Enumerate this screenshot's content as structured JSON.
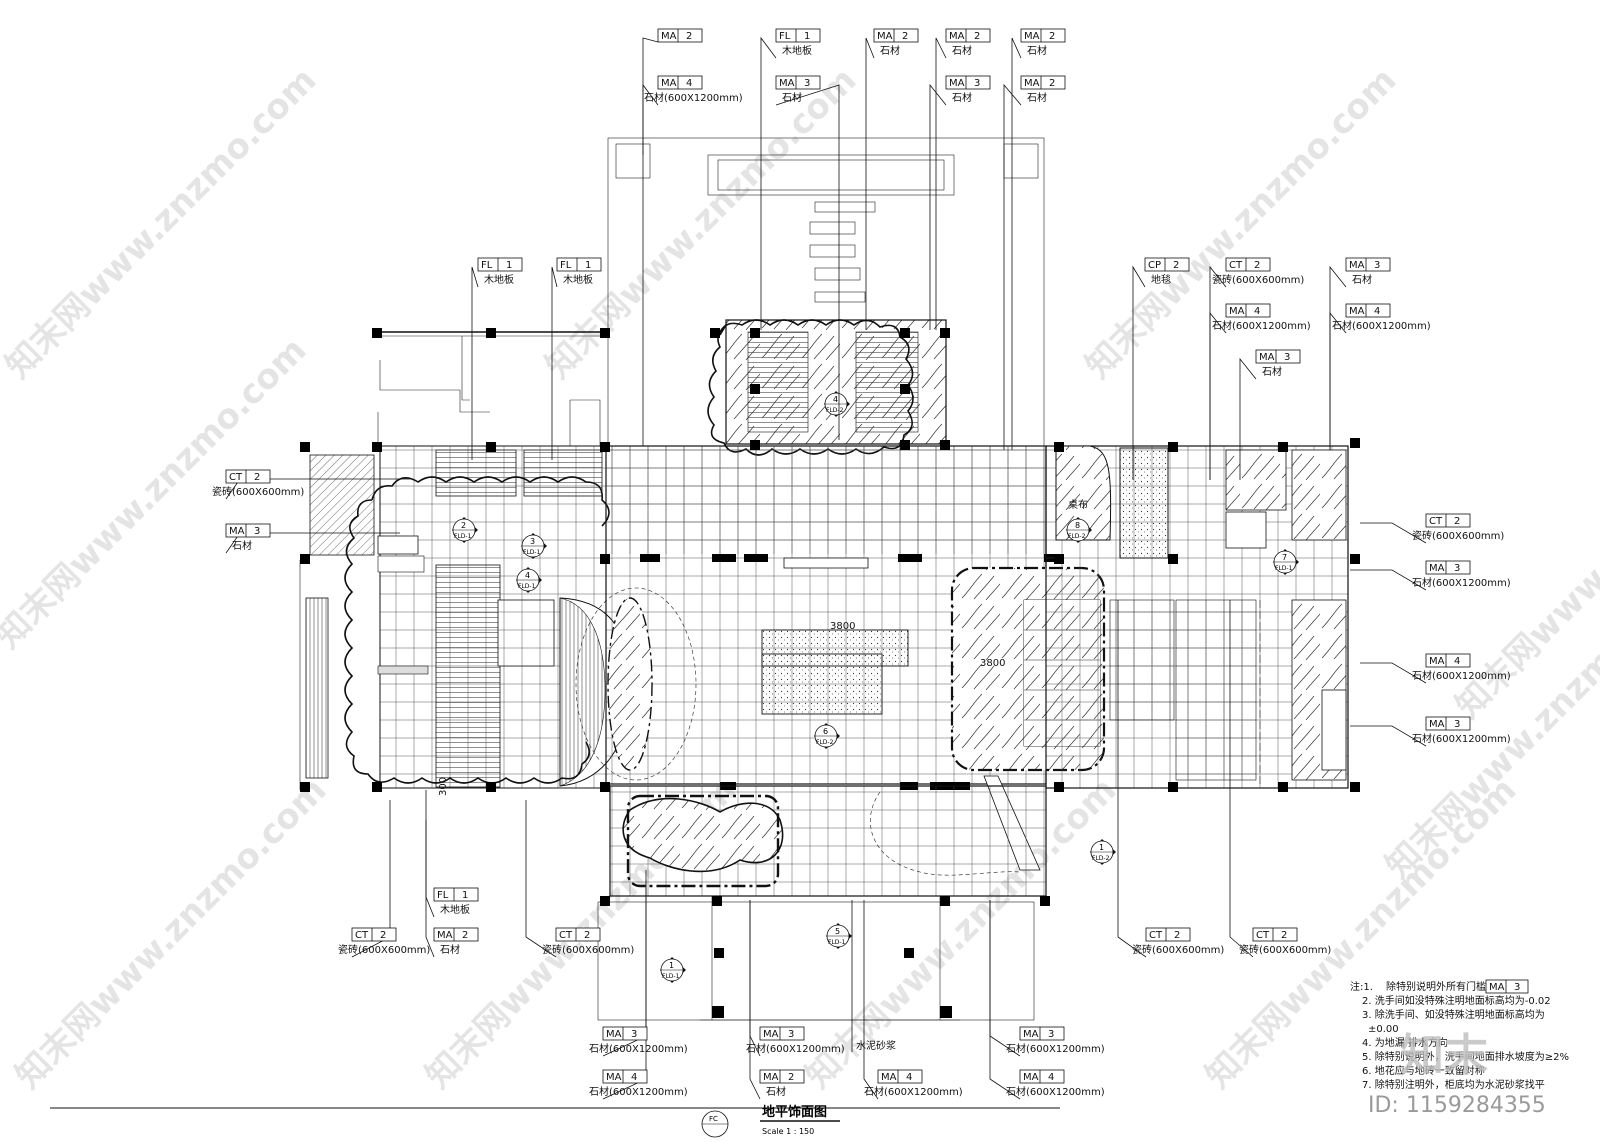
{
  "drawing": {
    "title": "地平饰面图",
    "scale": "Scale 1 : 150",
    "sheet_ref": "FC",
    "id_text": "ID: 1159284355",
    "watermark": "知末网www.znzmo.com",
    "brand": "知末"
  },
  "dims": {
    "d300": "300",
    "d3800a": "3800",
    "d3800b": "3800",
    "cloth": "桌布"
  },
  "section_marks": [
    {
      "num": "1",
      "ref": "FLD-1"
    },
    {
      "num": "1",
      "ref": "FLD-2"
    },
    {
      "num": "2",
      "ref": "FLD-1"
    },
    {
      "num": "3",
      "ref": "FLD-1"
    },
    {
      "num": "4",
      "ref": "FLD-1"
    },
    {
      "num": "4",
      "ref": "FLD-2"
    },
    {
      "num": "5",
      "ref": "FLD-1"
    },
    {
      "num": "6",
      "ref": "FLD-2"
    },
    {
      "num": "7",
      "ref": "FLD-1"
    },
    {
      "num": "8",
      "ref": "FLD-2"
    }
  ],
  "tags": [
    {
      "code": "MA",
      "num": "2",
      "desc": ""
    },
    {
      "code": "MA",
      "num": "4",
      "desc": "石材(600X1200mm)"
    },
    {
      "code": "FL",
      "num": "1",
      "desc": "木地板"
    },
    {
      "code": "MA",
      "num": "3",
      "desc": "石材"
    },
    {
      "code": "MA",
      "num": "2",
      "desc": "石材"
    },
    {
      "code": "MA",
      "num": "2",
      "desc": "石材"
    },
    {
      "code": "MA",
      "num": "2",
      "desc": "石材"
    },
    {
      "code": "MA",
      "num": "3",
      "desc": "石材"
    },
    {
      "code": "MA",
      "num": "2",
      "desc": "石材"
    },
    {
      "code": "MA",
      "num": "4",
      "desc": "石材(600X1200mm)"
    },
    {
      "code": "FL",
      "num": "1",
      "desc": "木地板"
    },
    {
      "code": "FL",
      "num": "1",
      "desc": "木地板"
    },
    {
      "code": "CP",
      "num": "2",
      "desc": "地毯"
    },
    {
      "code": "CT",
      "num": "2",
      "desc": "瓷砖(600X600mm)"
    },
    {
      "code": "MA",
      "num": "4",
      "desc": "石材(600X1200mm)"
    },
    {
      "code": "MA",
      "num": "3",
      "desc": "石材"
    },
    {
      "code": "MA",
      "num": "3",
      "desc": "石材"
    },
    {
      "code": "MA",
      "num": "4",
      "desc": "石材(600X1200mm)"
    },
    {
      "code": "CT",
      "num": "2",
      "desc": "瓷砖(600X600mm)"
    },
    {
      "code": "MA",
      "num": "3",
      "desc": "石材"
    },
    {
      "code": "CT",
      "num": "2",
      "desc": "瓷砖(600X600mm)"
    },
    {
      "code": "MA",
      "num": "3",
      "desc": "石材(600X1200mm)"
    },
    {
      "code": "MA",
      "num": "4",
      "desc": "石材(600X1200mm)"
    },
    {
      "code": "MA",
      "num": "3",
      "desc": "石材(600X1200mm)"
    },
    {
      "code": "FL",
      "num": "1",
      "desc": "木地板"
    },
    {
      "code": "CT",
      "num": "2",
      "desc": "瓷砖(600X600mm)"
    },
    {
      "code": "MA",
      "num": "2",
      "desc": "石材"
    },
    {
      "code": "CT",
      "num": "2",
      "desc": "瓷砖(600X600mm)"
    },
    {
      "code": "CT",
      "num": "2",
      "desc": "瓷砖(600X600mm)"
    },
    {
      "code": "CT",
      "num": "2",
      "desc": "瓷砖(600X600mm)"
    },
    {
      "code": "MA",
      "num": "3",
      "desc": "石材(600X1200mm)"
    },
    {
      "code": "MA",
      "num": "4",
      "desc": "石材(600X1200mm)"
    },
    {
      "code": "MA",
      "num": "3",
      "desc": "石材(600X1200mm)"
    },
    {
      "code": "MA",
      "num": "2",
      "desc": "石材"
    },
    {
      "code": "MA",
      "num": "4",
      "desc": "石材(600X1200mm)"
    },
    {
      "code": "MA",
      "num": "3",
      "desc": "石材(600X1200mm)"
    },
    {
      "code": "MA",
      "num": "4",
      "desc": "石材(600X1200mm)"
    },
    {
      "code": "",
      "num": "",
      "desc": "水泥砂浆"
    }
  ],
  "notes": {
    "head": "注:1.",
    "lines": [
      "除特别说明外所有门槛石为",
      "2. 洗手间如没特殊注明地面标高均为-0.02",
      "3. 除洗手间、如没特殊注明地面标高均为",
      "±0.00",
      "4. 为地漏   排水方向",
      "5. 除特别说明外，洗手间地面排水坡度为≥2%",
      "6. 地花应与地砖一致留对称",
      "7. 除特别注明外，柜底均为水泥砂浆找平"
    ],
    "tag": {
      "code": "MA",
      "num": "3"
    }
  }
}
